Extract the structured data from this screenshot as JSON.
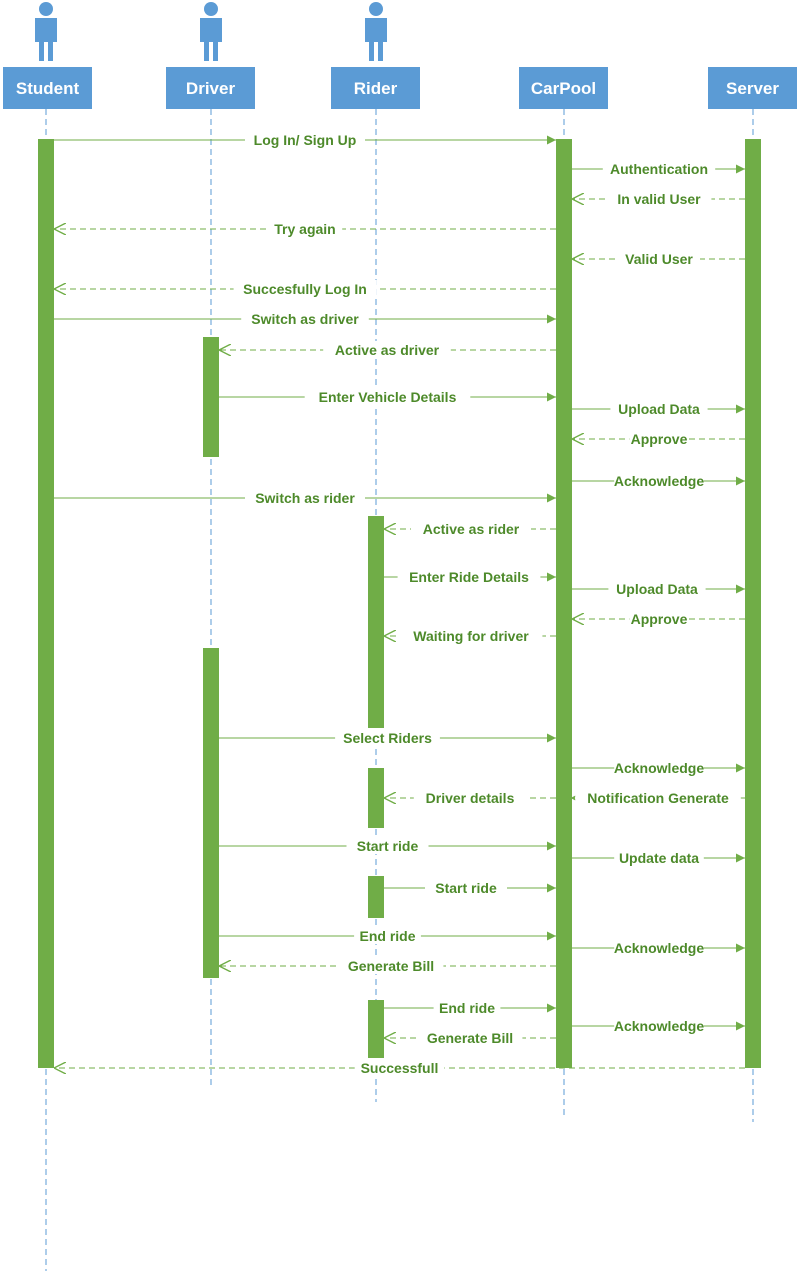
{
  "colors": {
    "actor": "#5b9bd5",
    "activation": "#70ad47",
    "message": "#70ad47",
    "message_text": "#4d8a2a",
    "lifeline": "#5b9bd5"
  },
  "actors": [
    {
      "id": "student",
      "label": "Student",
      "icon": "person-icon"
    },
    {
      "id": "driver",
      "label": "Driver",
      "icon": "person-icon"
    },
    {
      "id": "rider",
      "label": "Rider",
      "icon": "person-icon"
    },
    {
      "id": "carpool",
      "label": "CarPool",
      "icon": null
    },
    {
      "id": "server",
      "label": "Server",
      "icon": null
    }
  ],
  "messages": [
    {
      "from": "student",
      "to": "carpool",
      "label": "Log In/ Sign Up",
      "kind": "sync"
    },
    {
      "from": "carpool",
      "to": "server",
      "label": "Authentication",
      "kind": "sync"
    },
    {
      "from": "server",
      "to": "carpool",
      "label": "In valid User",
      "kind": "return"
    },
    {
      "from": "carpool",
      "to": "student",
      "label": "Try again",
      "kind": "return"
    },
    {
      "from": "server",
      "to": "carpool",
      "label": "Valid User",
      "kind": "return"
    },
    {
      "from": "carpool",
      "to": "student",
      "label": "Succesfully Log In",
      "kind": "return"
    },
    {
      "from": "student",
      "to": "carpool",
      "label": "Switch as driver",
      "kind": "sync"
    },
    {
      "from": "carpool",
      "to": "driver",
      "label": "Active as driver",
      "kind": "return"
    },
    {
      "from": "driver",
      "to": "carpool",
      "label": "Enter Vehicle Details",
      "kind": "sync"
    },
    {
      "from": "carpool",
      "to": "server",
      "label": "Upload  Data",
      "kind": "sync"
    },
    {
      "from": "server",
      "to": "carpool",
      "label": "Approve",
      "kind": "return"
    },
    {
      "from": "carpool",
      "to": "server",
      "label": "Acknowledge",
      "kind": "sync"
    },
    {
      "from": "student",
      "to": "carpool",
      "label": "Switch as rider",
      "kind": "sync"
    },
    {
      "from": "carpool",
      "to": "rider",
      "label": "Active as rider",
      "kind": "return"
    },
    {
      "from": "rider",
      "to": "carpool",
      "label": "Enter Ride Details",
      "kind": "sync"
    },
    {
      "from": "carpool",
      "to": "server",
      "label": "Upload  Data",
      "kind": "sync"
    },
    {
      "from": "server",
      "to": "carpool",
      "label": "Approve",
      "kind": "return"
    },
    {
      "from": "carpool",
      "to": "rider",
      "label": "Waiting for driver",
      "kind": "return"
    },
    {
      "from": "driver",
      "to": "carpool",
      "label": "Select Riders",
      "kind": "sync"
    },
    {
      "from": "carpool",
      "to": "server",
      "label": "Acknowledge",
      "kind": "sync"
    },
    {
      "from": "server",
      "to": "carpool",
      "label": "Notification Generate",
      "kind": "return"
    },
    {
      "from": "carpool",
      "to": "rider",
      "label": "Driver details",
      "kind": "return"
    },
    {
      "from": "driver",
      "to": "carpool",
      "label": "Start ride",
      "kind": "sync"
    },
    {
      "from": "carpool",
      "to": "server",
      "label": "Update data",
      "kind": "sync"
    },
    {
      "from": "rider",
      "to": "carpool",
      "label": "Start ride",
      "kind": "sync"
    },
    {
      "from": "driver",
      "to": "carpool",
      "label": "End ride",
      "kind": "sync"
    },
    {
      "from": "carpool",
      "to": "server",
      "label": "Acknowledge",
      "kind": "sync"
    },
    {
      "from": "carpool",
      "to": "driver",
      "label": "Generate Bill",
      "kind": "return"
    },
    {
      "from": "rider",
      "to": "carpool",
      "label": "End ride",
      "kind": "sync"
    },
    {
      "from": "carpool",
      "to": "rider",
      "label": "Generate Bill",
      "kind": "return"
    },
    {
      "from": "carpool",
      "to": "server",
      "label": "Acknowledge",
      "kind": "sync"
    },
    {
      "from": "server",
      "to": "student",
      "label": "Successfull",
      "kind": "return"
    }
  ]
}
